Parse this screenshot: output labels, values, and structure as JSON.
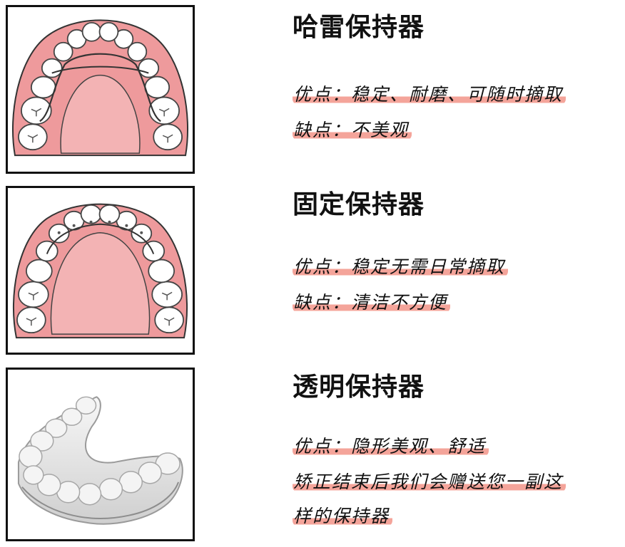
{
  "colors": {
    "gum": "#ee9a9c",
    "palate": "#f3b3b4",
    "highlight": "#f4a49a",
    "frame": "#111111"
  },
  "retainers": [
    {
      "title": "哈雷保持器",
      "image": "hawley-retainer-illustration",
      "lines": [
        "优点：稳定、耐磨、可随时摘取",
        "缺点：不美观"
      ]
    },
    {
      "title": "固定保持器",
      "image": "fixed-retainer-illustration",
      "lines": [
        "优点：稳定无需日常摘取",
        "缺点：清洁不方便"
      ]
    },
    {
      "title": "透明保持器",
      "image": "clear-retainer-illustration",
      "lines": [
        "优点：隐形美观、舒适",
        "矫正结束后我们会赠送您一副这",
        "样的保持器"
      ]
    }
  ]
}
